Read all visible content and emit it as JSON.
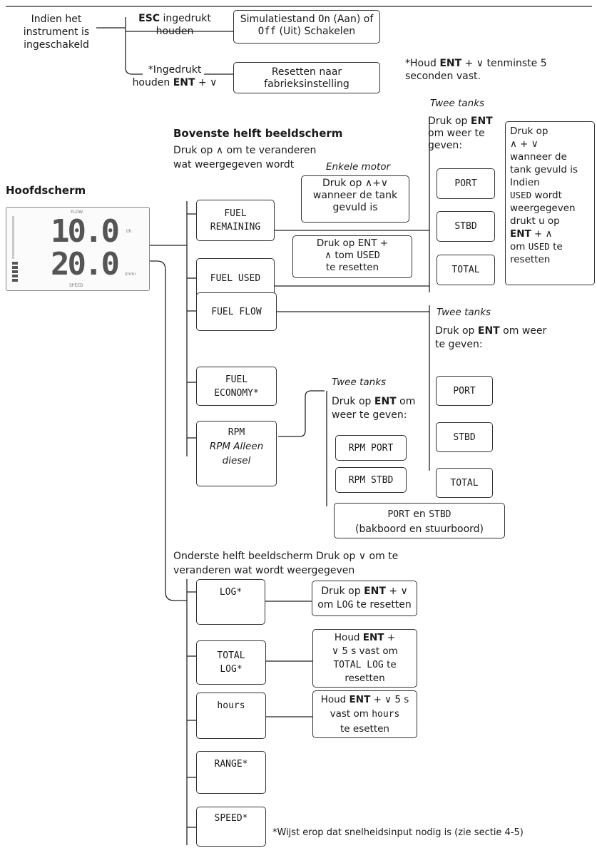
{
  "top": {
    "when_on": "Indien het instrument is ingeschakeld",
    "hold_esc_key": "ESC",
    "hold_esc_rest": "ingedrukt houden",
    "sim_a": "Simulatiestand",
    "sim_on": "On",
    "sim_b": "(Aan) of",
    "sim_off": "Off",
    "sim_c": "(Uit) Schakelen",
    "hold_ent_a": "*Ingedrukt houden",
    "hold_ent_key": "ENT",
    "hold_ent_plus": "+ ∨",
    "reset_factory": "Resetten naar fabrieksinstelling",
    "note_a": "*Houd",
    "note_key": "ENT",
    "note_b": "+ ∨ tenminste 5 seconden vast."
  },
  "main_screen": {
    "label": "Hoofdscherm",
    "top_small": "FLOW",
    "top_value": "10.0",
    "top_unit": "l/h",
    "bottom_value": "20.0",
    "bottom_unit": "l/nmi",
    "bottom_small": "SPEED"
  },
  "upper": {
    "heading": "Bovenste helft beeldscherm",
    "sub": "Druk op ∧ om te veranderen wat weergegeven wordt",
    "single_engine": "Enkele motor",
    "fuel_remaining": [
      "FUEL",
      "REMAINING"
    ],
    "fuel_used": "FUEL USED",
    "fuel_flow": "FUEL FLOW",
    "fuel_economy": [
      "FUEL",
      "ECONOMY*"
    ],
    "rpm": "RPM",
    "rpm_only_a": "RPM Alleen",
    "rpm_only_b": "diesel",
    "note_filled_a": "Druk op ∧+∨",
    "note_filled_b": "wanneer de tank gevuld is",
    "note_used_a": "Druk op ENT +",
    "note_used_b": "∧ tom",
    "note_used_code": "USED",
    "note_used_c": "te resetten",
    "two_tanks_1": "Twee tanks",
    "press_ent_a": "Druk op",
    "press_ent_key": "ENT",
    "press_ent_b": "om weer te geven:",
    "port": "PORT",
    "stbd": "STBD",
    "total": "TOTAL",
    "tank_note_a": "Druk op",
    "tank_note_b": "∧ + ∨",
    "tank_note_c": "wanneer de tank gevuld is",
    "tank_note_d": "Indien",
    "tank_note_used": "USED",
    "tank_note_e": "wordt weergegeven drukt u op",
    "tank_note_key": "ENT",
    "tank_note_f": "+ ∧",
    "tank_note_g": "om",
    "tank_note_used2": "USED",
    "tank_note_h": "te resetten",
    "two_tanks_2": "Twee tanks",
    "press2_a": "Druk op",
    "press2_key": "ENT",
    "press2_b": "om weer te geven:",
    "two_tanks_3": "Twee tanks",
    "press3_a": "Druk op",
    "press3_key": "ENT",
    "press3_b": "om weer te geven:",
    "rpm_port": "RPM PORT",
    "rpm_stbd": "RPM STBD",
    "port_and": "PORT",
    "and_word": "en",
    "stbd_and": "STBD",
    "port_stbd_nl": "(bakboord en stuurboord)"
  },
  "lower": {
    "heading": "Onderste helft beeldscherm  Druk op ∨ om te veranderen wat wordt weergegeven",
    "log": "LOG*",
    "log_note_a": "Druk op",
    "log_note_key": "ENT",
    "log_note_b": "+ ∨",
    "log_note_c": "om",
    "log_note_code": "LOG",
    "log_note_d": "te resetten",
    "total_log": [
      "TOTAL",
      "LOG*"
    ],
    "tlog_a": "Houd",
    "tlog_key": "ENT",
    "tlog_b": "+",
    "tlog_c": "∨ 5 s vast om",
    "tlog_code": "TOTAL LOG",
    "tlog_d": "te",
    "tlog_e": "resetten",
    "hours": "hours",
    "hours_a": "Houd",
    "hours_key": "ENT",
    "hours_b": "+ ∨ 5 s",
    "hours_c": "vast om",
    "hours_code": "hours",
    "hours_d": "te esetten",
    "range": "RANGE*",
    "speed": "SPEED*",
    "footnote": "*Wijst erop dat snelheidsinput nodig is (zie sectie 4-5)"
  }
}
